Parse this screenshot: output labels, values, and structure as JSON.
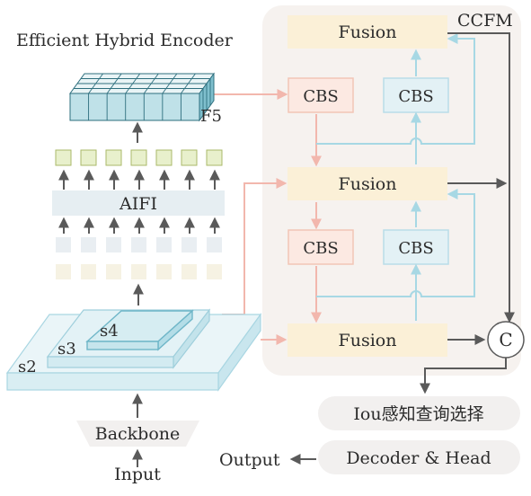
{
  "encoder": {
    "title": "Efficient Hybrid Encoder",
    "f5_label": "F5",
    "aifi_label": "AIFI"
  },
  "backbone": {
    "stage_s2": "s2",
    "stage_s3": "s3",
    "stage_s4": "s4",
    "label": "Backbone",
    "input": "Input"
  },
  "ccfm": {
    "title": "CCFM",
    "fusion_labels": [
      "Fusion",
      "Fusion",
      "Fusion"
    ],
    "cbs_labels": [
      "CBS",
      "CBS",
      "CBS",
      "CBS"
    ],
    "concat_symbol": "C"
  },
  "head": {
    "iou_selection": "Iou感知查询选择",
    "decoder": "Decoder & Head",
    "output": "Output"
  },
  "colors": {
    "fusion_fill": "#fbf0d7",
    "cbs_pink_fill": "#fce9e2",
    "cbs_pink_stroke": "#f2c6b6",
    "cbs_blue_fill": "#e3f1f5",
    "cbs_blue_stroke": "#b9dde8",
    "pink_arrow": "#f2b7ad",
    "blue_arrow": "#a7d8e4",
    "gray_arrow": "#5a5a5a",
    "ccfm_panel": "#f6f2ef",
    "token_green": "#e8f0cc"
  }
}
